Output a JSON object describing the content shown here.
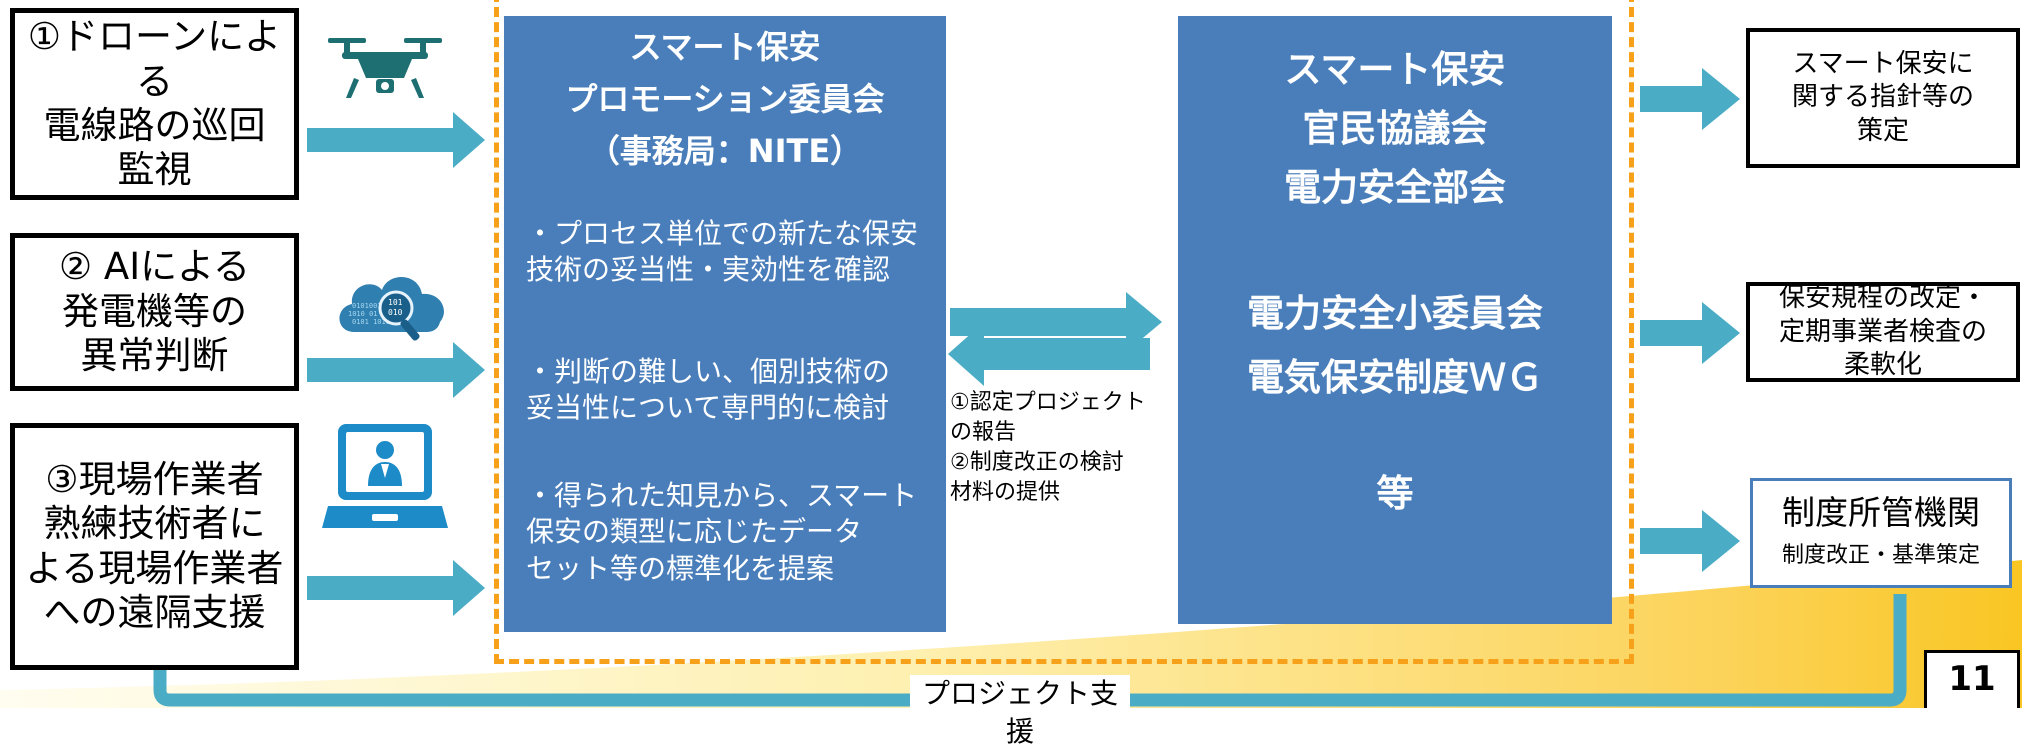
{
  "inputs": [
    {
      "text": "①ドローンによる\n電線路の巡回\n監視",
      "icon": "drone-icon"
    },
    {
      "text": "② AIによる\n発電機等の\n異常判断",
      "icon": "ai-cloud-icon"
    },
    {
      "text": "③現場作業者\n熟練技術者に\nよる現場作業者\nへの遠隔支援",
      "icon": "laptop-remote-support-icon"
    }
  ],
  "promotion": {
    "title": "スマート保安\nプロモーション委員会\n（事務局：NITE）",
    "bullets": [
      "・プロセス単位での新たな保安\n技術の妥当性・実効性を確認",
      "・判断の難しい、個別技術の\n妥当性について専門的に検討",
      "・得られた知見から、スマート\n保安の類型に応じたデータ\nセット等の標準化を提案"
    ]
  },
  "exchange_note": "①認定プロジェクト\nの報告\n②制度改正の検討\n材料の提供",
  "council": {
    "title": "スマート保安\n官民協議会\n電力安全部会",
    "sub": "電力安全小委員会\n電気保安制度ＷＧ",
    "etc": "等"
  },
  "outputs": [
    "スマート保安に\n関する指針等の\n策定",
    "保安規程の改定・\n定期事業者検査の\n柔軟化"
  ],
  "authority": {
    "title": "制度所管機関",
    "sub": "制度改正・基準策定"
  },
  "feedback_label": "プロジェクト支援",
  "page_number": "11",
  "colors": {
    "box_blue": "#4a7ebb",
    "arrow": "#4bacc6",
    "dash": "#f7a11a",
    "wave": "#fde288",
    "wave_deep": "#f9c623"
  }
}
